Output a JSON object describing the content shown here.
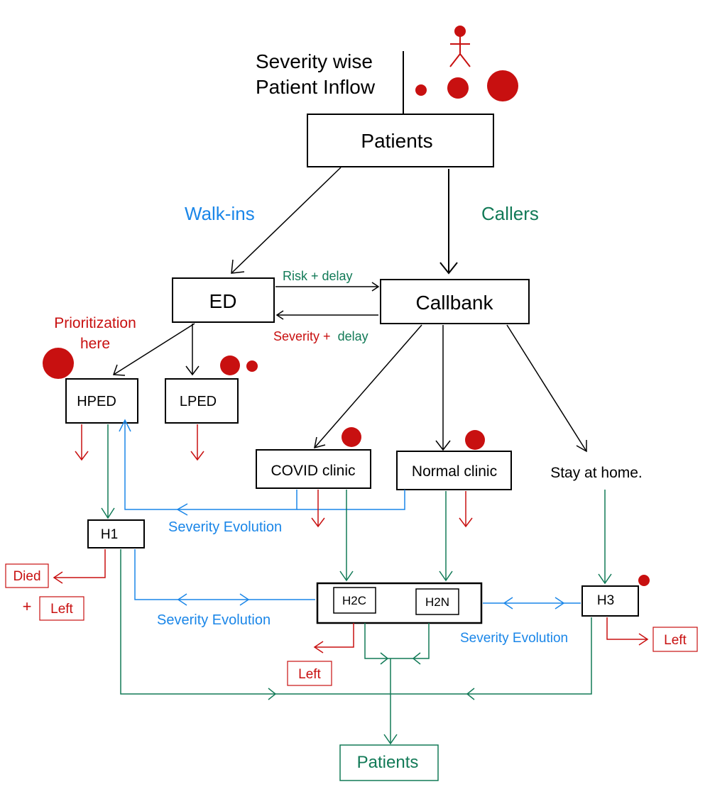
{
  "colors": {
    "black": "#000000",
    "walkin_blue": "#1a86e8",
    "caller_green": "#127a57",
    "severity_red": "#c81010"
  },
  "header": {
    "inflow_line1": "Severity wise",
    "inflow_line2": "Patient Inflow"
  },
  "nodes": {
    "patients_in": "Patients",
    "ed": "ED",
    "callbank": "Callbank",
    "hped": "HPED",
    "lped": "LPED",
    "covid_clinic": "COVID clinic",
    "normal_clinic": "Normal clinic",
    "stay_home": "Stay at home.",
    "h1": "H1",
    "h2c": "H2C",
    "h2n": "H2N",
    "h3": "H3",
    "patients_out": "Patients"
  },
  "labels": {
    "walk_ins": "Walk-ins",
    "callers": "Callers",
    "risk_delay": "Risk + delay",
    "severity_delay_part1": "Severity +",
    "severity_delay_part2": "delay",
    "prioritization_line1": "Prioritization",
    "prioritization_line2": "here",
    "severity_evolution_clinics": "Severity Evolution",
    "severity_evolution_h1": "Severity Evolution",
    "severity_evolution_h3": "Severity Evolution",
    "died": "Died",
    "plus": "+",
    "left_h1": "Left",
    "left_h2": "Left",
    "left_h3": "Left"
  }
}
